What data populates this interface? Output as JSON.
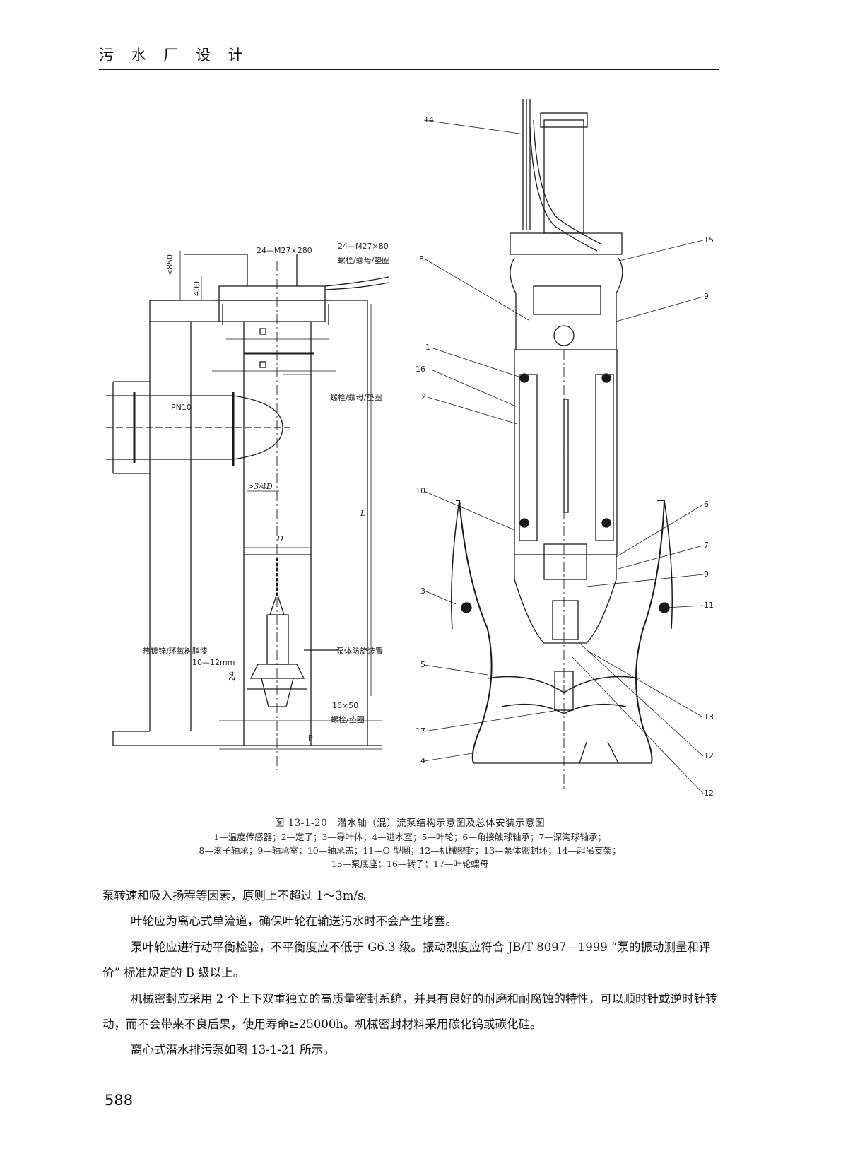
{
  "header": {
    "title": "污 水 厂 设 计"
  },
  "figure": {
    "left_drawing": {
      "dims": {
        "bolt_a": "24—M27×280",
        "bolt_b": "24—M27×80",
        "bolt_hw_top": "螺栓/螺母/垫圈",
        "bolt_hw_mid": "螺栓/螺母/垫圈",
        "h850": "<850",
        "h400": "400",
        "pn": "PN10",
        "gap": ">3/4D",
        "D": "D",
        "L": "L",
        "coating": "热镀锌/环氧树脂漆",
        "coating_thk": "10—12mm",
        "anti_rotation": "泵体防旋装置",
        "h24": "24",
        "anchor": "16×50",
        "anchor_hw": "螺栓/垫圈",
        "P": "P"
      }
    },
    "right_drawing": {
      "callouts_left": [
        "14",
        "8",
        "1",
        "16",
        "2",
        "10",
        "3",
        "5",
        "17",
        "4"
      ],
      "callouts_right": [
        "15",
        "9",
        "6",
        "7",
        "9",
        "11",
        "13",
        "12",
        "12"
      ]
    }
  },
  "caption": {
    "title": "图 13-1-20　潜水轴（混）流泵结构示意图及总体安装示意图",
    "line1": "1—温度传感器；2—定子；3—导叶体；4—进水室；5—叶轮；6—角接触球轴承；7—深沟球轴承；",
    "line2": "8—滚子轴承；9—轴承室；10—轴承盖；11—O 型圈；12—机械密封；13—泵体密封环；14—起吊支架；",
    "line3": "15—泵底座；16—转子；17—叶轮螺母"
  },
  "body": {
    "p1": "泵转速和吸入扬程等因素，原则上不超过 1～3m/s。",
    "p2": "叶轮应为离心式单流道，确保叶轮在输送污水时不会产生堵塞。",
    "p3": "泵叶轮应进行动平衡检验，不平衡度应不低于 G6.3 级。振动烈度应符合 JB/T 8097—1999 “泵的振动测量和评价” 标准规定的 B 级以上。",
    "p4": "机械密封应采用 2 个上下双重独立的高质量密封系统，并具有良好的耐磨和耐腐蚀的特性，可以顺时针或逆时针转动，而不会带来不良后果，使用寿命≥25000h。机械密封材料采用碳化钨或碳化硅。",
    "p5": "离心式潜水排污泵如图 13-1-21 所示。"
  },
  "page_number": "588"
}
